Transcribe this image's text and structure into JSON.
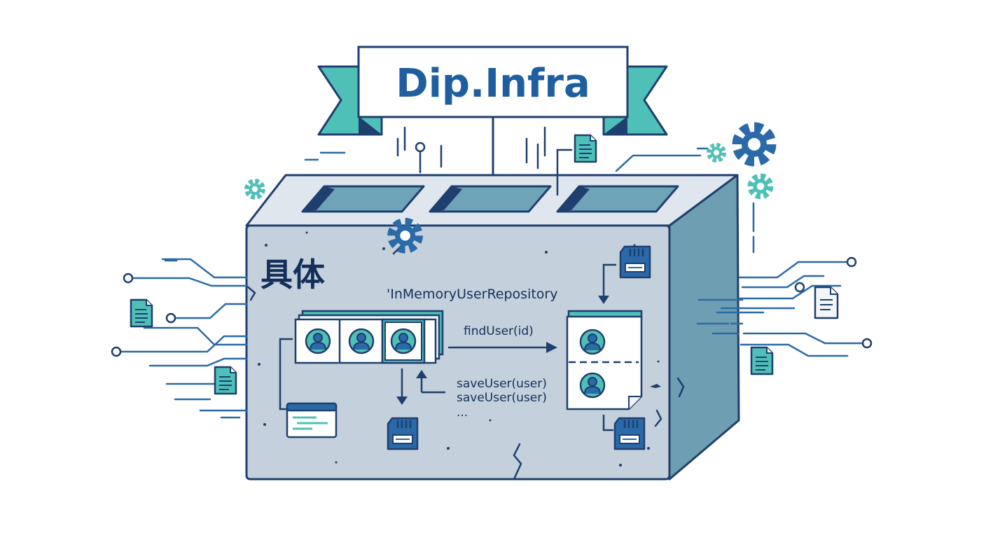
{
  "banner": {
    "title": "Dip.Infra"
  },
  "block": {
    "label": "具体",
    "class_name": "'InMemoryUserRepository",
    "methods": [
      "findUser(id)",
      "saveUser(user)",
      "saveUser(user)",
      "..."
    ]
  },
  "colors": {
    "navy": "#1f3f6e",
    "blue": "#2a6aa8",
    "teal": "#4fc0b8",
    "concrete_front": "#c4d0dc",
    "concrete_top": "#dfe6ed",
    "concrete_side": "#6d9eb2"
  }
}
